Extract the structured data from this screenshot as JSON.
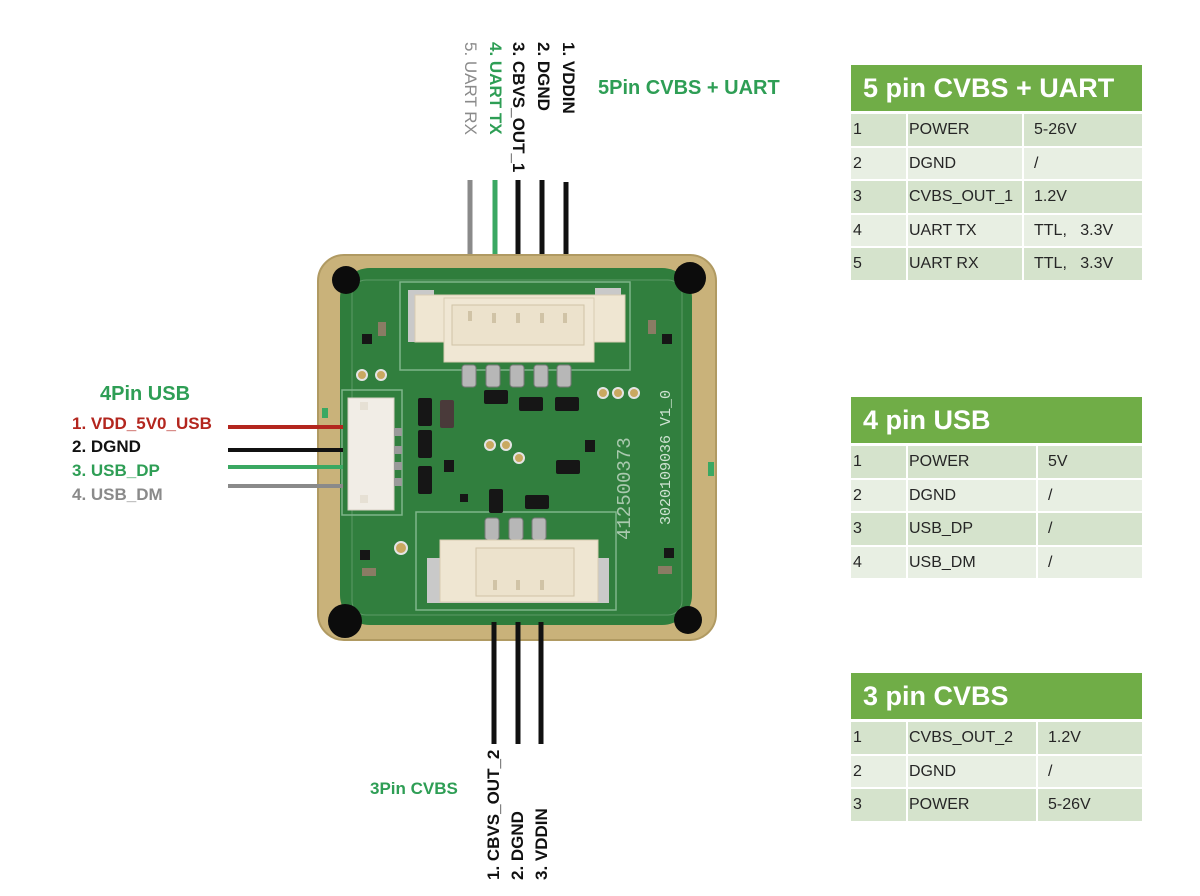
{
  "colors": {
    "header_green": "#70ad47",
    "label_green": "#2e9e55",
    "label_red": "#b3261e",
    "label_grey": "#8a8a8a",
    "pcb_green": "#2f7d3c",
    "pcb_gold": "#c9b27a",
    "connector_cream": "#efe6d2"
  },
  "diagram": {
    "top_connector": {
      "title": "5Pin CVBS + UART",
      "pins": [
        {
          "label": "1. VDDIN",
          "color": "black"
        },
        {
          "label": "2. DGND",
          "color": "black"
        },
        {
          "label": "3. CBVS_OUT_1",
          "color": "black"
        },
        {
          "label": "4. UART TX",
          "color": "green"
        },
        {
          "label": "5. UART RX",
          "color": "grey"
        }
      ]
    },
    "left_connector": {
      "title": "4Pin USB",
      "pins": [
        {
          "label": "1. VDD_5V0_USB",
          "color": "red"
        },
        {
          "label": "2. DGND",
          "color": "black"
        },
        {
          "label": "3. USB_DP",
          "color": "green"
        },
        {
          "label": "4. USB_DM",
          "color": "grey"
        }
      ]
    },
    "bottom_connector": {
      "title": "3Pin CVBS",
      "pins": [
        {
          "label": "1. CBVS_OUT_2",
          "color": "black"
        },
        {
          "label": "2. DGND",
          "color": "black"
        },
        {
          "label": "3. VDDIN",
          "color": "black"
        }
      ]
    },
    "pcb_silkscreen": {
      "part_number": "412500373",
      "serial": "3020109036",
      "version": "V1_0"
    }
  },
  "tables": [
    {
      "title": "5 pin CVBS + UART",
      "rows": [
        [
          "1",
          "POWER",
          "5-26V"
        ],
        [
          "2",
          "DGND",
          "/"
        ],
        [
          "3",
          "CVBS_OUT_1",
          "1.2V"
        ],
        [
          "4",
          "UART TX",
          "TTL,   3.3V"
        ],
        [
          "5",
          "UART RX",
          "TTL,   3.3V"
        ]
      ]
    },
    {
      "title": "4 pin USB",
      "rows": [
        [
          "1",
          "POWER",
          "5V"
        ],
        [
          "2",
          "DGND",
          "/"
        ],
        [
          "3",
          "USB_DP",
          "/"
        ],
        [
          "4",
          "USB_DM",
          "/"
        ]
      ]
    },
    {
      "title": "3 pin CVBS",
      "rows": [
        [
          "1",
          "CVBS_OUT_2",
          "1.2V"
        ],
        [
          "2",
          "DGND",
          "/"
        ],
        [
          "3",
          "POWER",
          "5-26V"
        ]
      ]
    }
  ]
}
